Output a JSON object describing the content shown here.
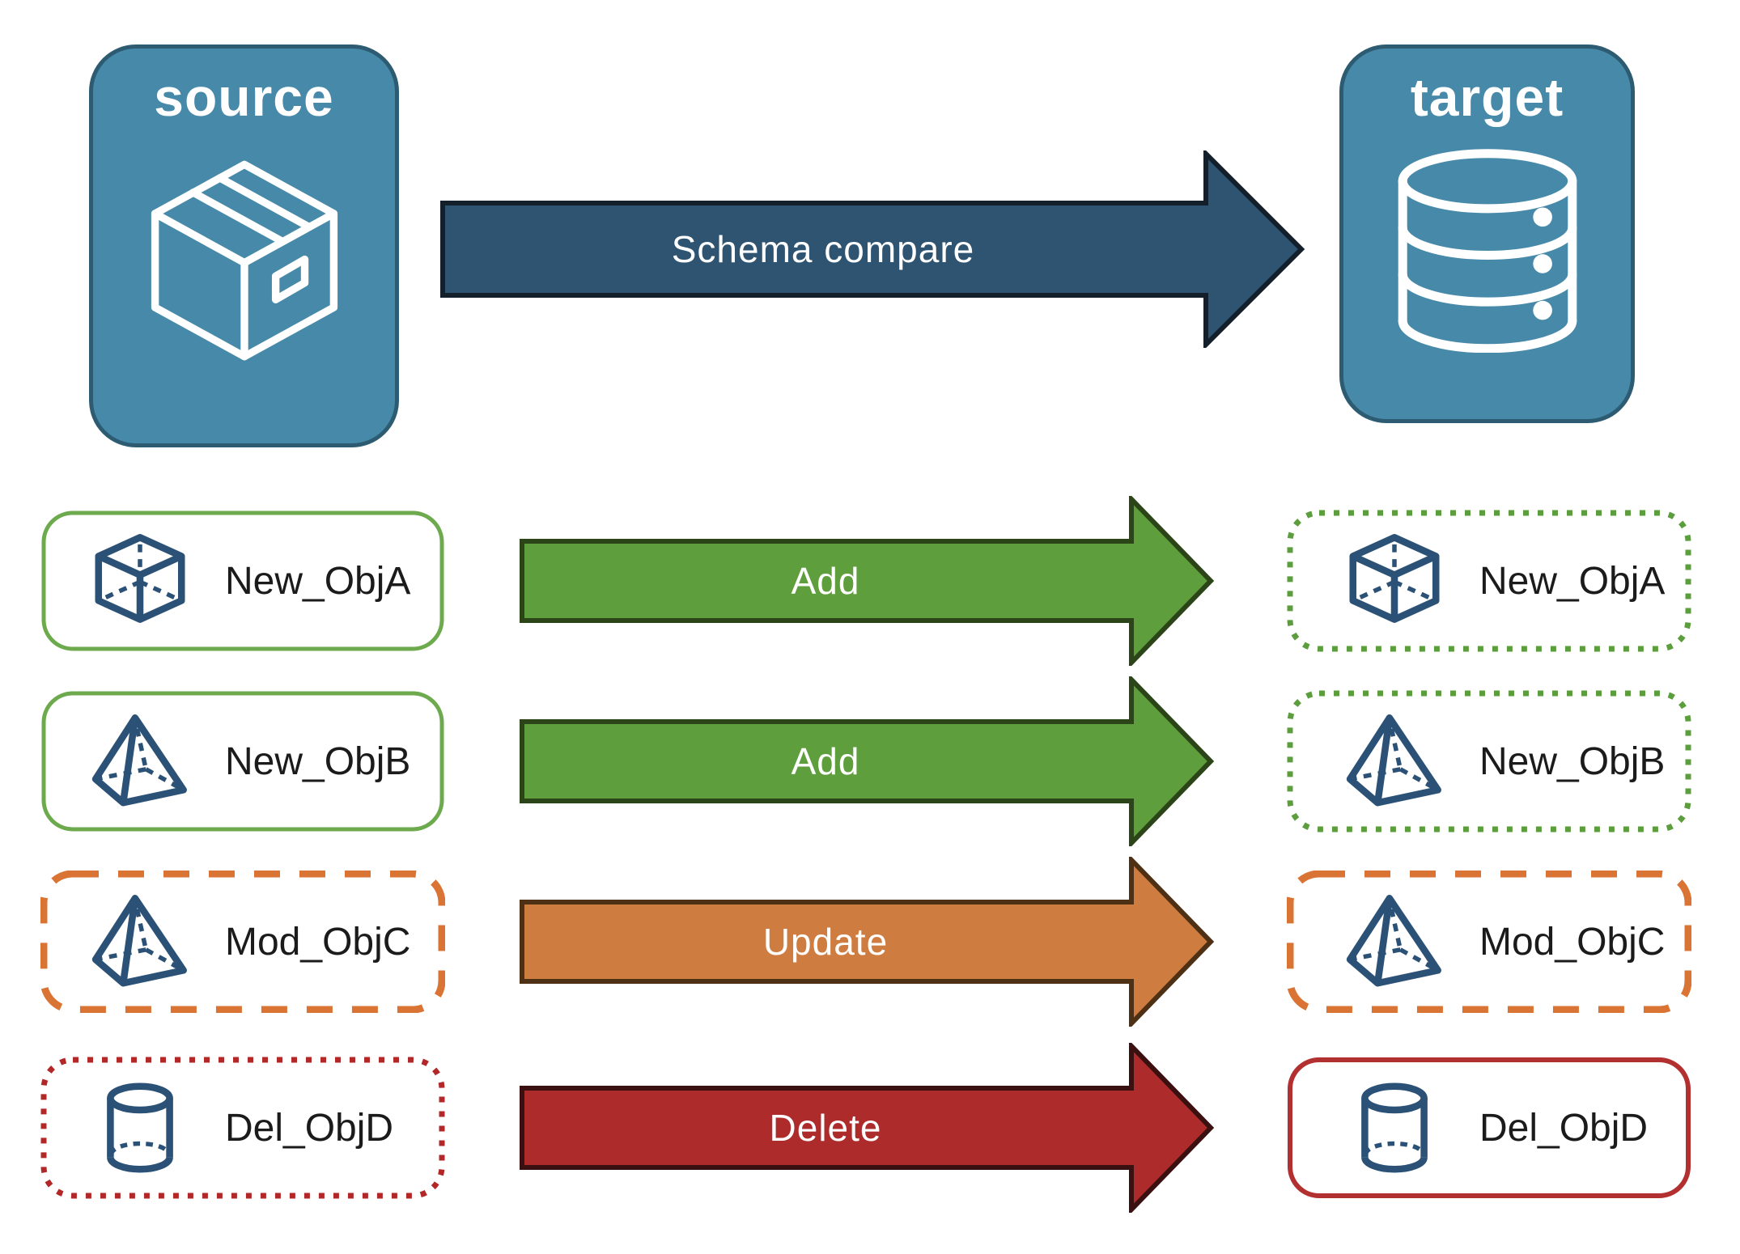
{
  "colors": {
    "node_fill": "#4789A9",
    "node_border": "#2D5C72",
    "schema_arrow_fill": "#2E5471",
    "schema_arrow_border": "#141F2C",
    "add_fill": "#5F9E3C",
    "add_border": "#2B4519",
    "update_fill": "#CE7C3F",
    "update_border": "#4E3015",
    "delete_fill": "#AD2B2B",
    "delete_border": "#3B1010",
    "green_solid": "#6CAA4D",
    "green_dotted": "#5C9E3E",
    "orange_border": "#DA7434",
    "red_dotted": "#B22828",
    "red_solid": "#B33030",
    "icon_blue": "#2B5276",
    "label_text": "#1B1B1B"
  },
  "source": {
    "label": "source",
    "icon": "package-icon"
  },
  "target": {
    "label": "target",
    "icon": "database-icon"
  },
  "schema_arrow": {
    "label": "Schema compare"
  },
  "rows": [
    {
      "left": {
        "label": "New_ObjA",
        "icon": "cube-icon",
        "border_style": "solid-green"
      },
      "arrow": {
        "label": "Add",
        "style": "add"
      },
      "right": {
        "label": "New_ObjA",
        "icon": "cube-icon",
        "border_style": "dotted-green"
      }
    },
    {
      "left": {
        "label": "New_ObjB",
        "icon": "pyramid-icon",
        "border_style": "solid-green"
      },
      "arrow": {
        "label": "Add",
        "style": "add"
      },
      "right": {
        "label": "New_ObjB",
        "icon": "pyramid-icon",
        "border_style": "dotted-green"
      }
    },
    {
      "left": {
        "label": "Mod_ObjC",
        "icon": "pyramid-icon",
        "border_style": "dashed-orange"
      },
      "arrow": {
        "label": "Update",
        "style": "update"
      },
      "right": {
        "label": "Mod_ObjC",
        "icon": "pyramid-icon",
        "border_style": "dashed-orange"
      }
    },
    {
      "left": {
        "label": "Del_ObjD",
        "icon": "cylinder-icon",
        "border_style": "dotted-red"
      },
      "arrow": {
        "label": "Delete",
        "style": "delete"
      },
      "right": {
        "label": "Del_ObjD",
        "icon": "cylinder-icon",
        "border_style": "solid-red"
      }
    }
  ]
}
